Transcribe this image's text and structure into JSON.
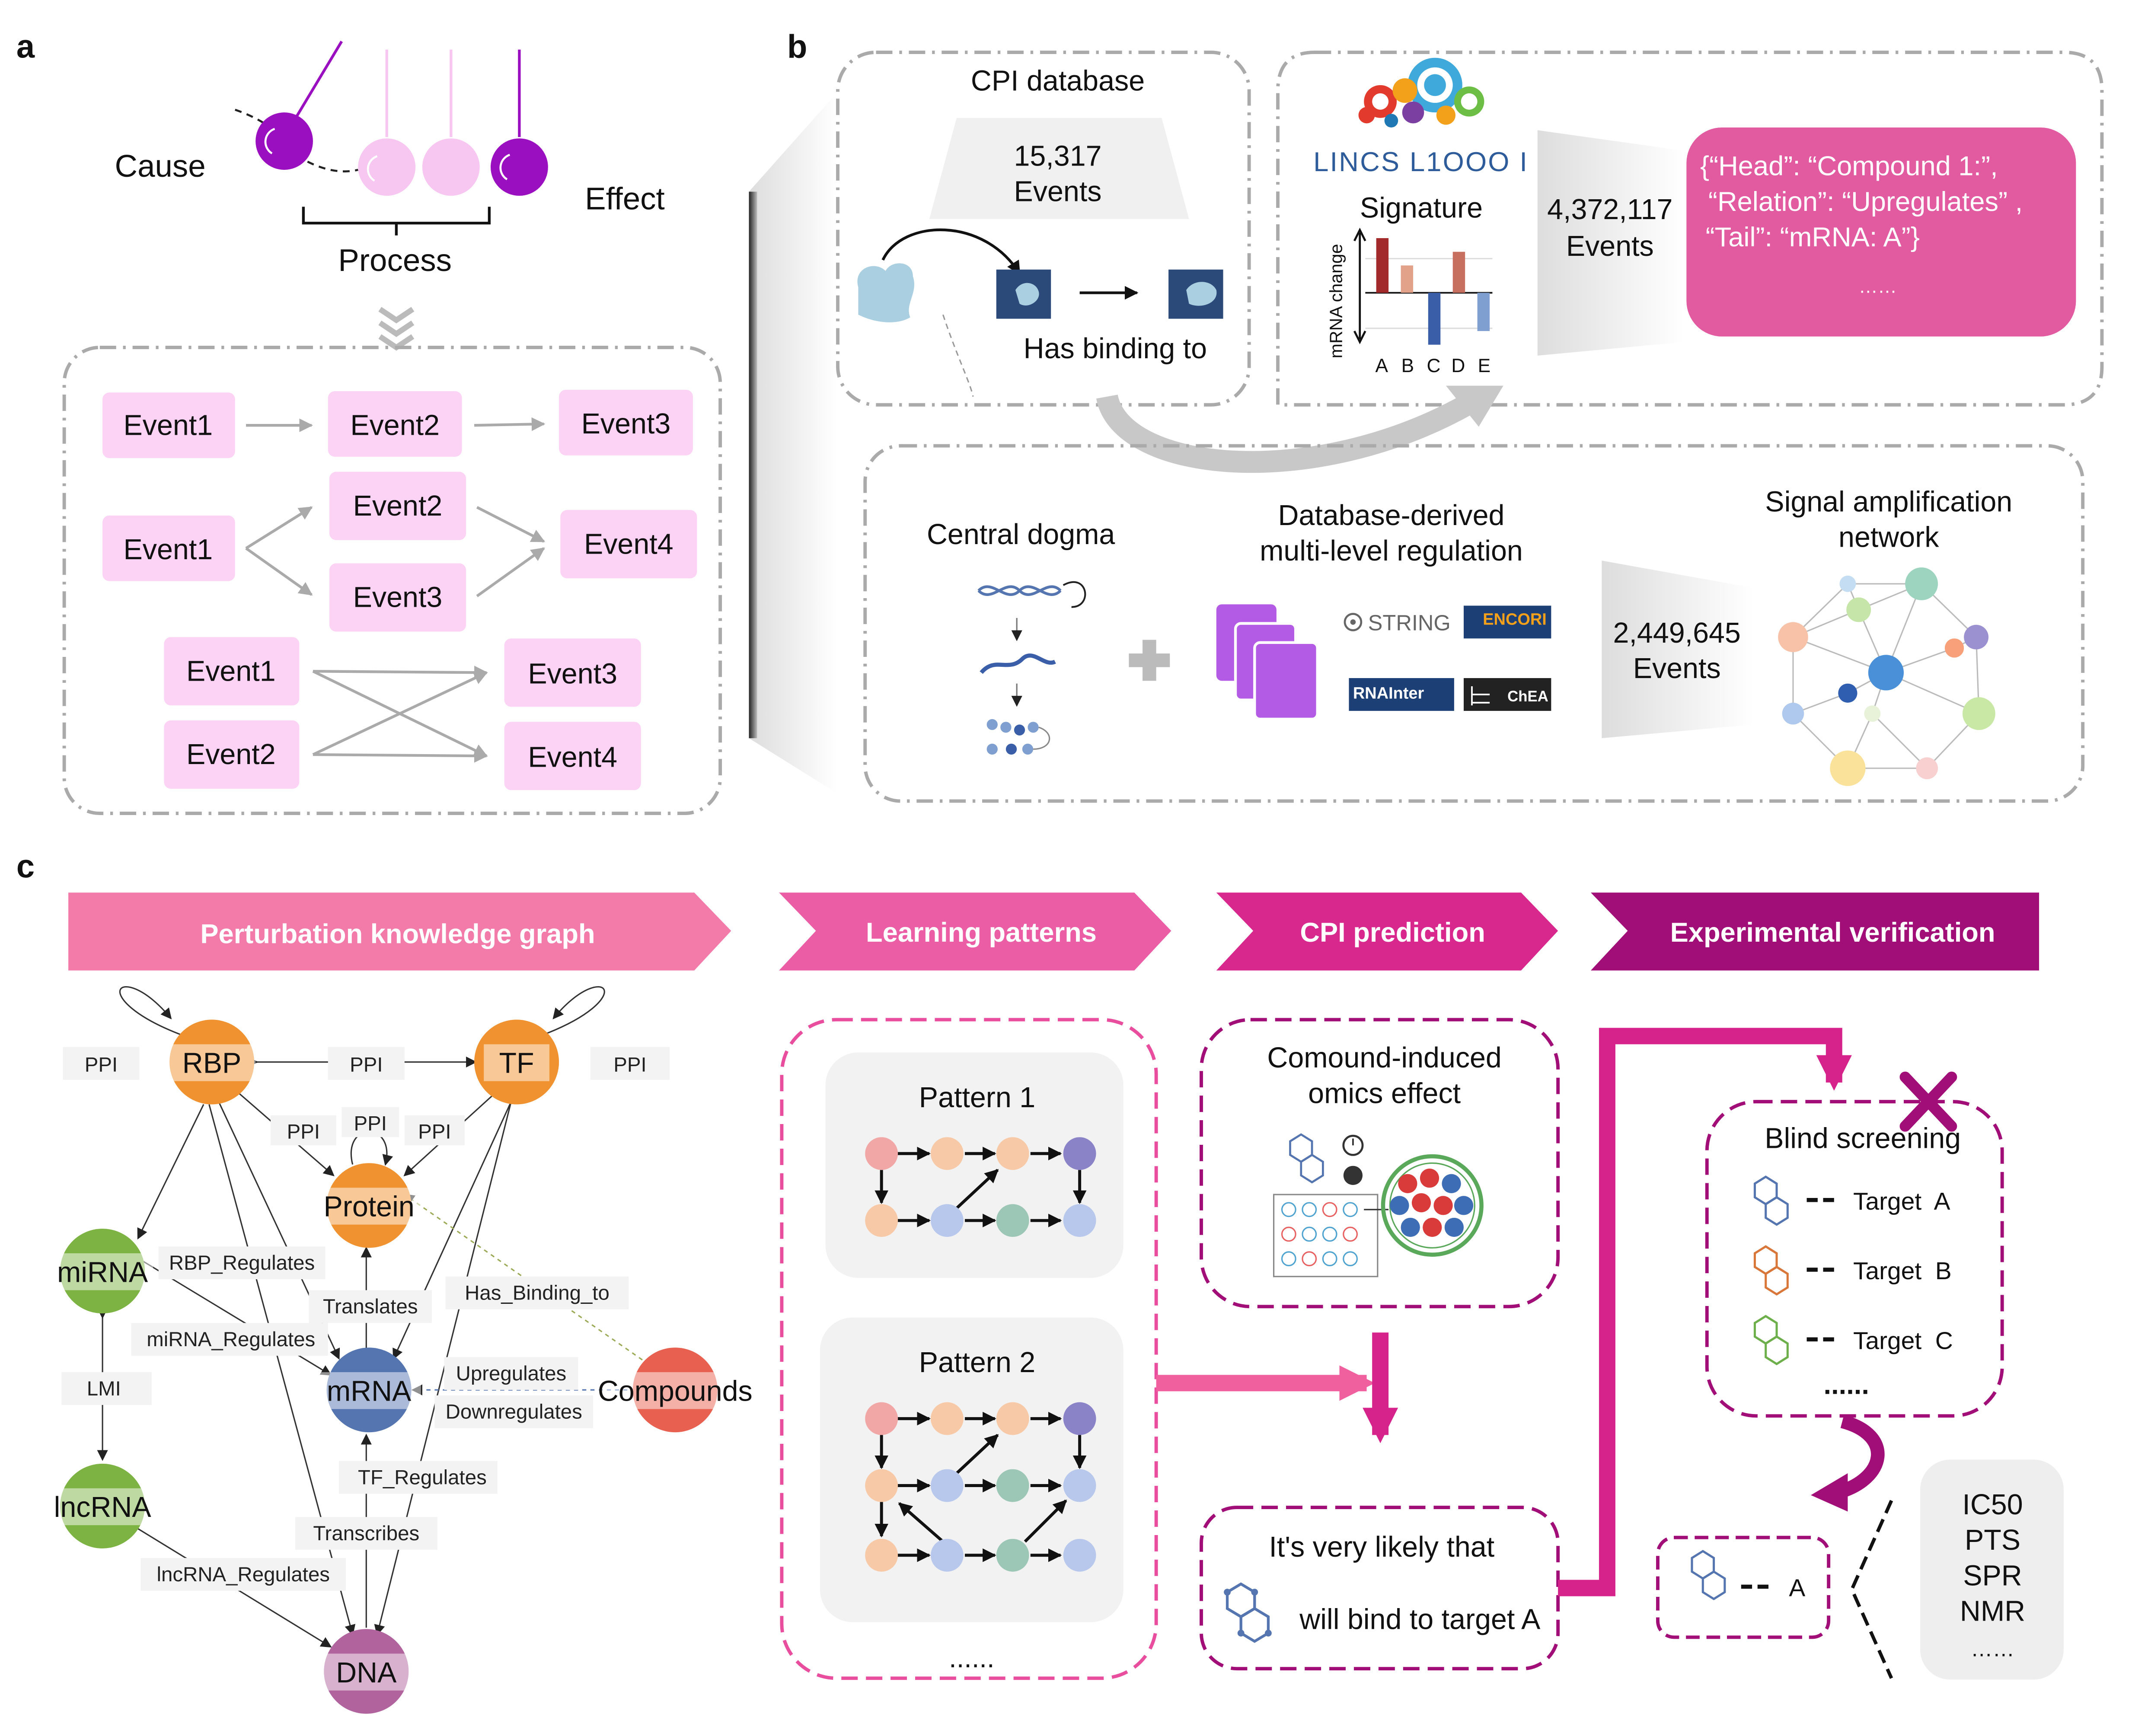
{
  "panel_a": {
    "letter": "a",
    "cause": "Cause",
    "effect": "Effect",
    "process": "Process",
    "events": [
      "Event1",
      "Event2",
      "Event3",
      "Event1",
      "Event2",
      "Event4",
      "Event3",
      "Event1",
      "Event3",
      "Event2",
      "Event4"
    ]
  },
  "panel_b": {
    "letter": "b",
    "cpi_title": "CPI database",
    "cpi_count": "15,317",
    "cpi_events": "Events",
    "cpi_binding": "Has binding to",
    "lincs_logo": "LINCS L1OOO I",
    "signature": "Signature",
    "ylabel": "mRNA change",
    "genes": [
      "A",
      "B",
      "C",
      "D",
      "E"
    ],
    "lincs_count": "4,372,117",
    "lincs_events": "Events",
    "json_lines": [
      "{“Head”: “Compound 1:”,",
      "“Relation”: “Upregulates” ,",
      "“Tail”: “mRNA: A”}",
      "……"
    ],
    "central_dogma": "Central dogma",
    "db_derived_1": "Database-derived",
    "db_derived_2": "multi-level regulation",
    "db_logos": [
      "STRING",
      "ENCORI",
      "RNAInter",
      "ChEA"
    ],
    "net_count": "2,449,645",
    "net_events": "Events",
    "net_title_1": "Signal amplification",
    "net_title_2": "network"
  },
  "panel_c": {
    "letter": "c",
    "banners": [
      "Perturbation knowledge graph",
      "Learning patterns",
      "CPI prediction",
      "Experimental verification"
    ],
    "nodes": [
      "RBP",
      "TF",
      "Protein",
      "miRNA",
      "mRNA",
      "Compounds",
      "lncRNA",
      "DNA"
    ],
    "edge_labels": {
      "ppi_left": "PPI",
      "ppi_mid": "PPI",
      "ppi_right": "PPI",
      "ppi_p1": "PPI",
      "ppi_p2": "PPI",
      "ppi_p3": "PPI",
      "rbp_reg": "RBP_Regulates",
      "translates": "Translates",
      "has_binding": "Has_Binding_to",
      "mirna_reg": "miRNA_Regulates",
      "upregulates": "Upregulates",
      "downregulates": "Downregulates",
      "lmi": "LMI",
      "tf_reg": "TF_Regulates",
      "transcribes": "Transcribes",
      "lncrna_reg": "lncRNA_Regulates"
    },
    "pattern1": "Pattern 1",
    "pattern2": "Pattern 2",
    "patterns_more": "......",
    "omics_1": "Comound-induced",
    "omics_2": "omics effect",
    "likely_1": "It's very likely that",
    "likely_2": "will bind to target A",
    "blind": "Blind screening",
    "targets": [
      "Target  A",
      "Target  B",
      "Target  C"
    ],
    "targets_more": "......",
    "final_target": "A",
    "assays": [
      "IC50",
      "PTS",
      "SPR",
      "NMR",
      "……"
    ]
  },
  "colors": {
    "event_fill": "#FCD3F4",
    "pink_banner": "#F27BAA",
    "magenta_banner": "#D8288E",
    "purple_banner": "#A10E77",
    "pendulum_dark": "#9A0FC0",
    "pendulum_light": "#F7C6F1",
    "json_box": "#E25AA0",
    "flow_arrow": "#D6238C"
  }
}
